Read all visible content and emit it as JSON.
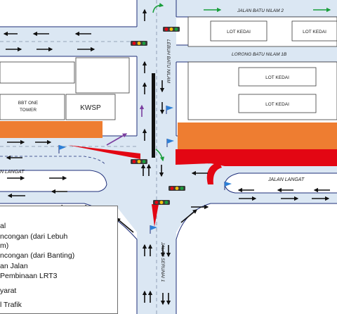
{
  "colors": {
    "road": "#dbe7f3",
    "road_edge": "#1f2f7a",
    "building": "#ffffff",
    "orange_zone": "#ee7d31",
    "red_zone": "#e30613",
    "traffic_light_body": "#3a3a3a",
    "green_arrow": "#1a9e3c",
    "purple_arrow": "#7b3fa0",
    "blue_flag": "#2d7fd6"
  },
  "labels": {
    "jalan_batu_nilam_2": "JALAN BATU NILAM 2",
    "lot_kedai_top_1": "LOT KEDAI",
    "lot_kedai_top_2": "LOT KEDAI",
    "lorong_batu_nilam": "LORONG BATU NILAM 1B",
    "lebuh_batu_nilam": "LEBUH BATU NILAM",
    "lot_kedai_mid_1": "LOT KEDAI",
    "lot_kedai_mid_2": "LOT KEDAI",
    "bbt_one_line1": "BBT ONE",
    "bbt_one_line2": "TOWER",
    "kwsp": "KWSP",
    "jalan_langat_left": "N LANGAT",
    "jalan_langat_right": "JALAN LANGAT",
    "jalan_serunai": "JALAN SERUNAI 1"
  },
  "legend": {
    "items": [
      "al",
      "ncongan (dari Lebuh",
      "m)",
      "ncongan (dari Banting)",
      "an Jalan",
      " Pembinaan LRT3",
      "yarat",
      "l Trafik"
    ]
  },
  "icons": [
    "traffic-light-icon",
    "lane-arrow-icon",
    "u-turn-arrow-icon",
    "flag-icon"
  ]
}
